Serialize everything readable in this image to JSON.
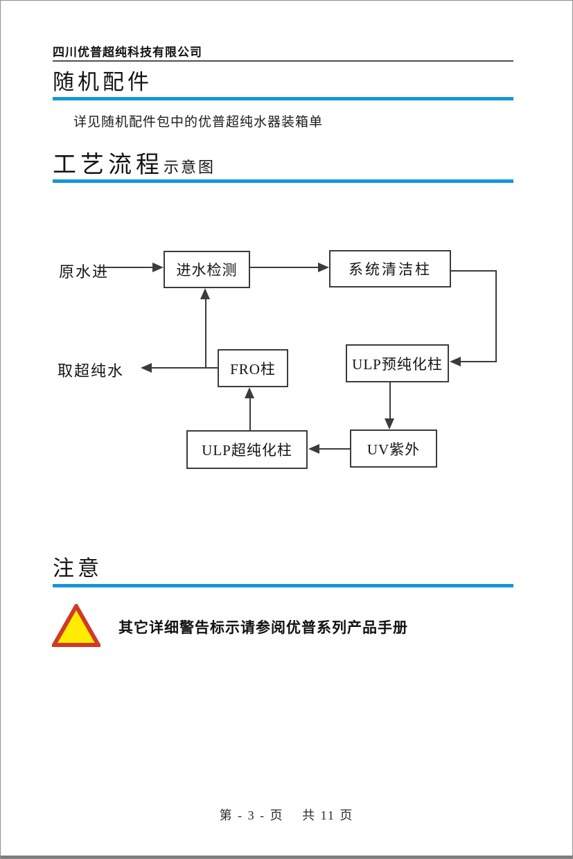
{
  "header": {
    "company": "四川优普超纯科技有限公司"
  },
  "sections": {
    "accessories": {
      "title": "随机配件",
      "body": "详见随机配件包中的优普超纯水器装箱单"
    },
    "process": {
      "title": "工艺流程",
      "subtitle": "示意图"
    },
    "notice": {
      "title": "注意",
      "warning": "其它详细警告标示请参阅优普系列产品手册"
    }
  },
  "flowchart": {
    "inlet_label": "原水进",
    "outlet_label": "取超纯水",
    "boxes": [
      {
        "id": "inlet-check",
        "label": "进水检测"
      },
      {
        "id": "system-clean-column",
        "label": "系统清洁柱"
      },
      {
        "id": "ulp-pre-purify-column",
        "label": "ULP预纯化柱"
      },
      {
        "id": "fro-column",
        "label": "FRO柱"
      },
      {
        "id": "ulp-ultra-purify-column",
        "label": "ULP超纯化柱"
      },
      {
        "id": "uv-lamp",
        "label": "UV紫外"
      }
    ],
    "edges": [
      "原水进 → 进水检测",
      "进水检测 → 系统清洁柱",
      "系统清洁柱 → ULP预纯化柱",
      "ULP预纯化柱 → UV紫外",
      "UV紫外 → ULP超纯化柱",
      "ULP超纯化柱 → FRO柱",
      "FRO柱 → 取超纯水",
      "FRO柱 → 进水检测"
    ]
  },
  "footer": {
    "page_info": "第 - 3 - 页　 共 11 页"
  },
  "colors": {
    "accent_blue": "#1697d4",
    "line_dark": "#3b3b3b",
    "triangle_red": "#d03a28",
    "triangle_yellow": "#ffec00"
  }
}
